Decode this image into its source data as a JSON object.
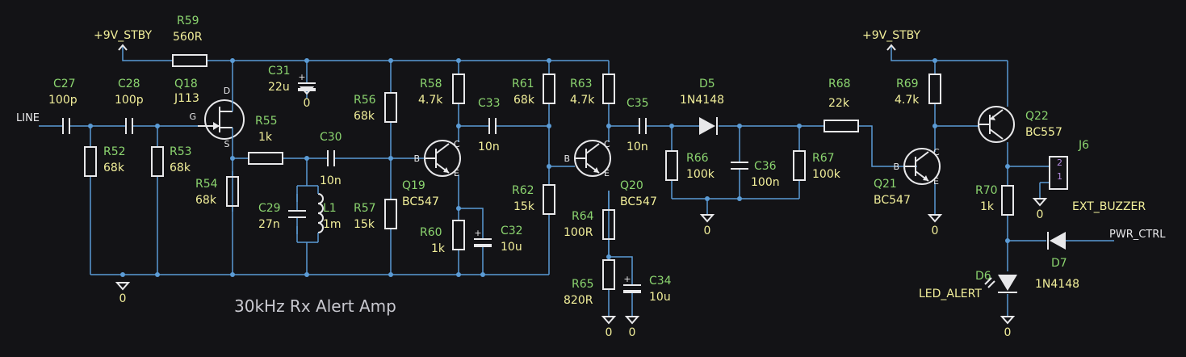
{
  "title": "30kHz Rx Alert Amp",
  "nets": {
    "input": "LINE",
    "supply1": "+9V_STBY",
    "supply2": "+9V_STBY",
    "pwr": "PWR_CTRL",
    "buzzer": "EXT_BUZZER"
  },
  "ground_label": "0",
  "components": [
    {
      "ref": "C27",
      "value": "100p"
    },
    {
      "ref": "C28",
      "value": "100p"
    },
    {
      "ref": "R52",
      "value": "68k"
    },
    {
      "ref": "R53",
      "value": "68k"
    },
    {
      "ref": "R54",
      "value": "68k"
    },
    {
      "ref": "Q18",
      "value": "J113"
    },
    {
      "ref": "R59",
      "value": "560R"
    },
    {
      "ref": "C31",
      "value": "22u"
    },
    {
      "ref": "R55",
      "value": "1k"
    },
    {
      "ref": "C30",
      "value": "10n"
    },
    {
      "ref": "C29",
      "value": "27n"
    },
    {
      "ref": "L1",
      "value": "1m"
    },
    {
      "ref": "R56",
      "value": "68k"
    },
    {
      "ref": "R57",
      "value": "15k"
    },
    {
      "ref": "R58",
      "value": "4.7k"
    },
    {
      "ref": "Q19",
      "value": "BC547"
    },
    {
      "ref": "R60",
      "value": "1k"
    },
    {
      "ref": "C32",
      "value": "10u"
    },
    {
      "ref": "C33",
      "value": "10n"
    },
    {
      "ref": "R61",
      "value": "68k"
    },
    {
      "ref": "R62",
      "value": "15k"
    },
    {
      "ref": "R63",
      "value": "4.7k"
    },
    {
      "ref": "Q20",
      "value": "BC547"
    },
    {
      "ref": "R64",
      "value": "100R"
    },
    {
      "ref": "R65",
      "value": "820R"
    },
    {
      "ref": "C34",
      "value": "10u"
    },
    {
      "ref": "C35",
      "value": "10n"
    },
    {
      "ref": "D5",
      "value": "1N4148"
    },
    {
      "ref": "R66",
      "value": "100k"
    },
    {
      "ref": "C36",
      "value": "100n"
    },
    {
      "ref": "R67",
      "value": "100k"
    },
    {
      "ref": "R68",
      "value": "22k"
    },
    {
      "ref": "R69",
      "value": "4.7k"
    },
    {
      "ref": "Q21",
      "value": "BC547"
    },
    {
      "ref": "Q22",
      "value": "BC557"
    },
    {
      "ref": "J6",
      "value": "EXT_BUZZER"
    },
    {
      "ref": "R70",
      "value": "1k"
    },
    {
      "ref": "D6",
      "value": "LED_ALERT"
    },
    {
      "ref": "D7",
      "value": "1N4148"
    }
  ],
  "pins": {
    "g": "G",
    "d": "D",
    "s": "S",
    "b": "B",
    "c": "C",
    "e": "E",
    "plus": "+",
    "j1": "1",
    "j2": "2"
  },
  "colors": {
    "wire": "#5b9bd5",
    "ref": "#8bd46f",
    "value": "#f2ef9a",
    "body": "#e8e8ea",
    "pin_number": "#b48ae0",
    "background": "#131316"
  }
}
